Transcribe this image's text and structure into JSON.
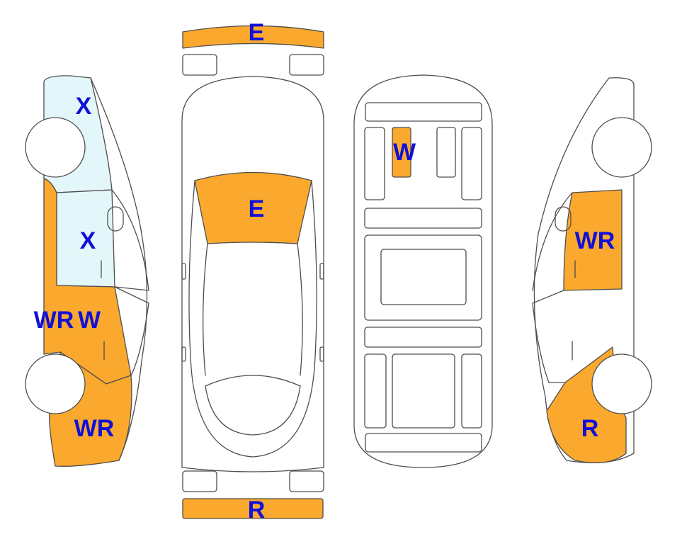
{
  "colors": {
    "damage_fill": "#FBA92E",
    "scratch_fill": "#E3F6FA",
    "label_text": "#1010D8",
    "outline": "#4D4D4D"
  },
  "labels": {
    "front_bumper": "E",
    "hood": "E",
    "rear_bumper": "R",
    "roof_panel": "W",
    "left_front_fender": "X",
    "left_front_door": "X",
    "left_rear_door_a": "WR",
    "left_rear_door_b": "W",
    "left_rear_quarter": "WR",
    "right_rear_door": "WR",
    "right_rear_quarter": "R"
  },
  "panel_conditions": {
    "front_bumper": "damage",
    "hood": "damage",
    "rear_bumper": "damage",
    "roof_panel": "damage",
    "left_front_fender": "scratch",
    "left_front_door": "scratch",
    "left_rear_door": "damage",
    "left_rear_quarter": "damage",
    "right_rear_door": "damage",
    "right_rear_quarter": "damage"
  }
}
